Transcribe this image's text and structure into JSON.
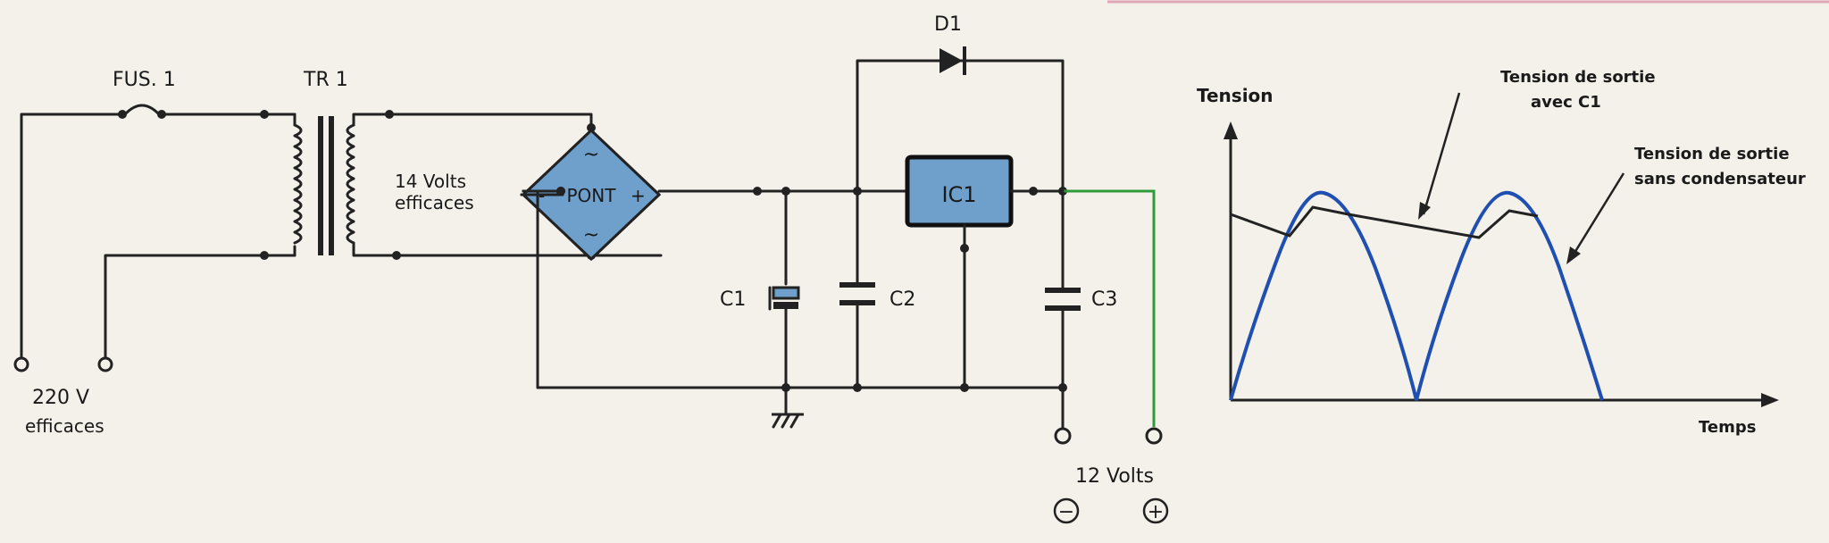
{
  "circuit": {
    "fuse_label": "FUS. 1",
    "transformer_label": "TR 1",
    "secondary_voltage_line1": "14 Volts",
    "secondary_voltage_line2": "efficaces",
    "input_voltage_line1": "220 V",
    "input_voltage_line2": "efficaces",
    "bridge_label": "PONT",
    "bridge_minus": "-",
    "bridge_plus": "+",
    "bridge_ac_top": "~",
    "bridge_ac_bottom": "~",
    "diode_label": "D1",
    "regulator_label": "IC1",
    "c1_label": "C1",
    "c2_label": "C2",
    "c3_label": "C3",
    "output_voltage": "12 Volts",
    "output_minus": "−",
    "output_plus": "+",
    "colors": {
      "component_fill": "#6f9fcb",
      "output_wire": "#2f9a3a",
      "waveform": "#1f4fb0"
    }
  },
  "graph": {
    "y_axis_label": "Tension",
    "x_axis_label": "Temps",
    "annotation_c1_line1": "Tension de sortie",
    "annotation_c1_line2": "avec C1",
    "annotation_noc_line1": "Tension de sortie",
    "annotation_noc_line2": "sans condensateur"
  }
}
